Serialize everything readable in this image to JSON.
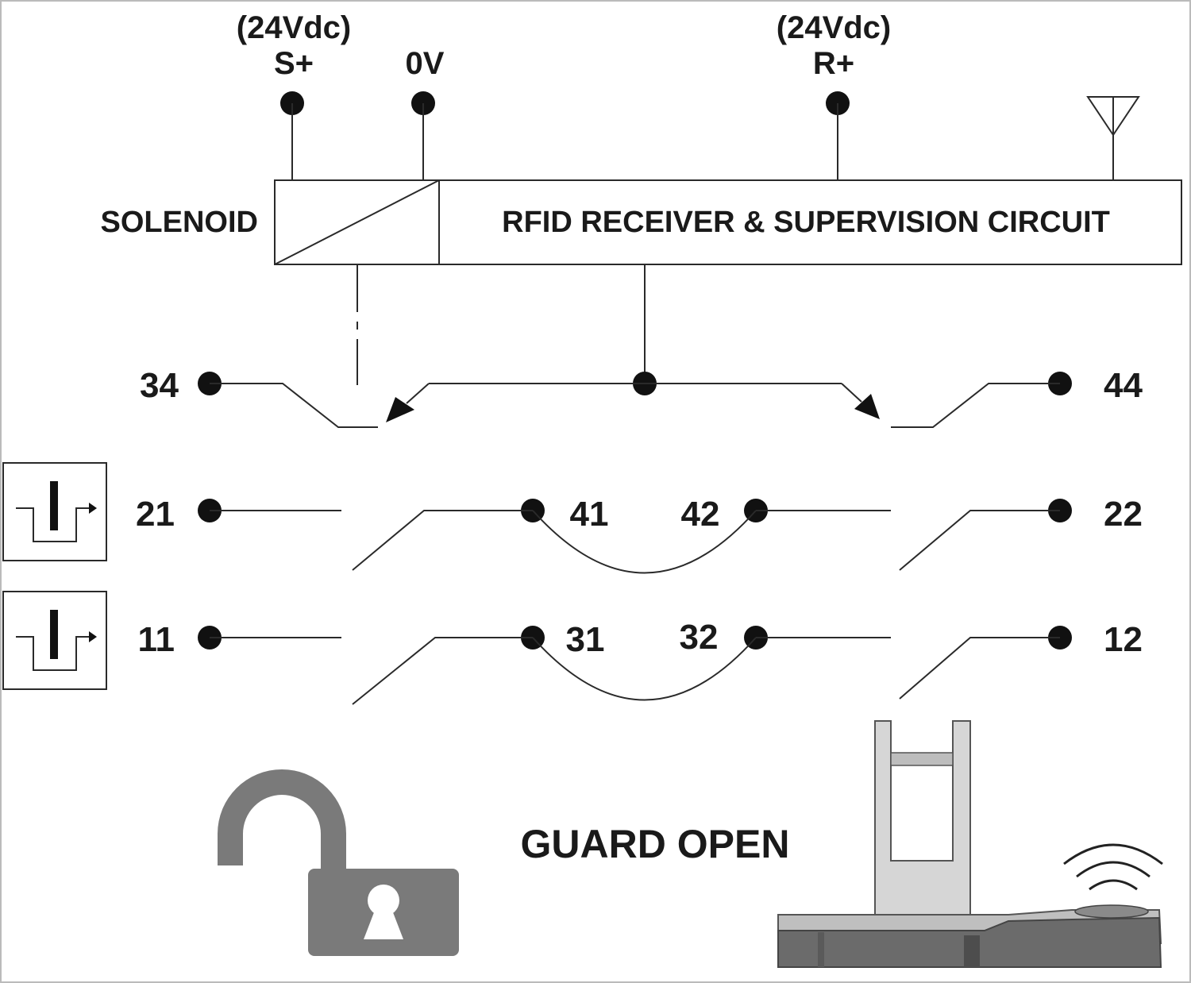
{
  "supply": {
    "s_voltage": "(24Vdc)",
    "s_label": "S+",
    "zero_label": "0V",
    "r_voltage": "(24Vdc)",
    "r_label": "R+"
  },
  "blocks": {
    "solenoid_label": "SOLENOID",
    "rfid_label": "RFID RECEIVER & SUPERVISION CIRCUIT"
  },
  "terminals": {
    "t34": "34",
    "t44": "44",
    "t21": "21",
    "t22": "22",
    "t41": "41",
    "t42": "42",
    "t11": "11",
    "t12": "12",
    "t31": "31",
    "t32": "32"
  },
  "status": {
    "state_label": "GUARD OPEN"
  },
  "colors": {
    "ink": "#111111",
    "lock": "#7a7a7a",
    "actuator_light": "#d6d6d6",
    "actuator_dark": "#6b6b6b"
  },
  "icons": {
    "antenna": "antenna-icon",
    "safety_output": "safety-output-icon",
    "padlock": "padlock-open-icon",
    "wireless": "wireless-signal-icon"
  }
}
